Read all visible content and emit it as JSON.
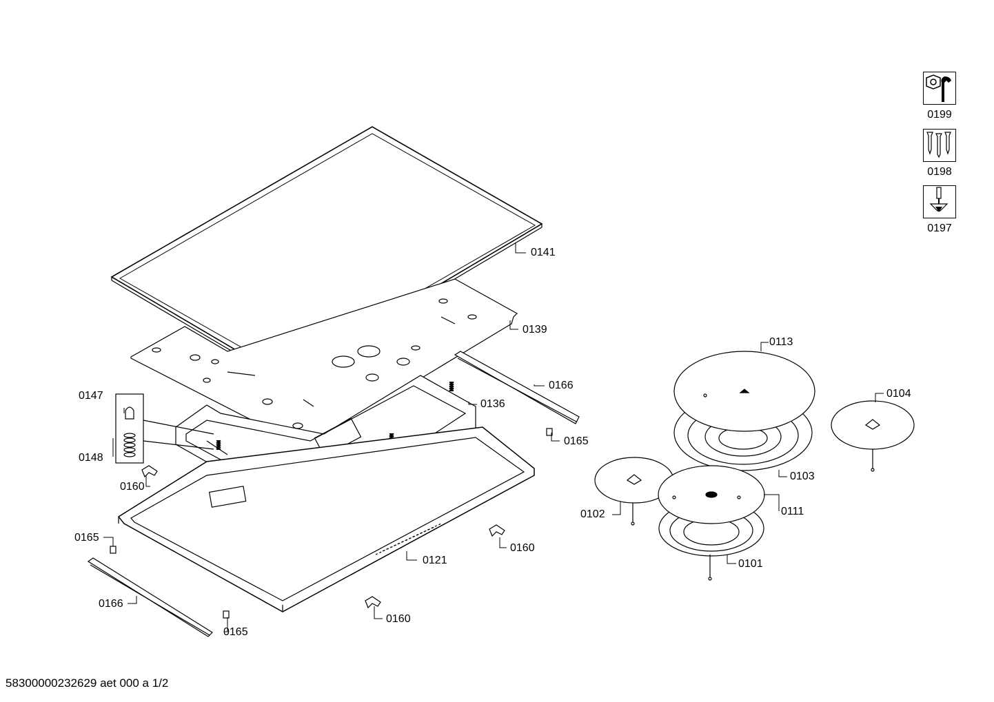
{
  "parts": {
    "p0141": "0141",
    "p0139": "0139",
    "p0166a": "0166",
    "p0136": "0136",
    "p0165a": "0165",
    "p0147": "0147",
    "p0148": "0148",
    "p0160a": "0160",
    "p0165b": "0165",
    "p0160b": "0160",
    "p0121": "0121",
    "p0166b": "0166",
    "p0165c": "0165",
    "p0160c": "0160",
    "p0113": "0113",
    "p0104": "0104",
    "p0103": "0103",
    "p0102": "0102",
    "p0111": "0111",
    "p0101": "0101"
  },
  "legend": {
    "tools_code": "0199",
    "screws_code": "0198",
    "screwdriver_code": "0197"
  },
  "footer": "58300000232629 aet 000 a 1/2"
}
